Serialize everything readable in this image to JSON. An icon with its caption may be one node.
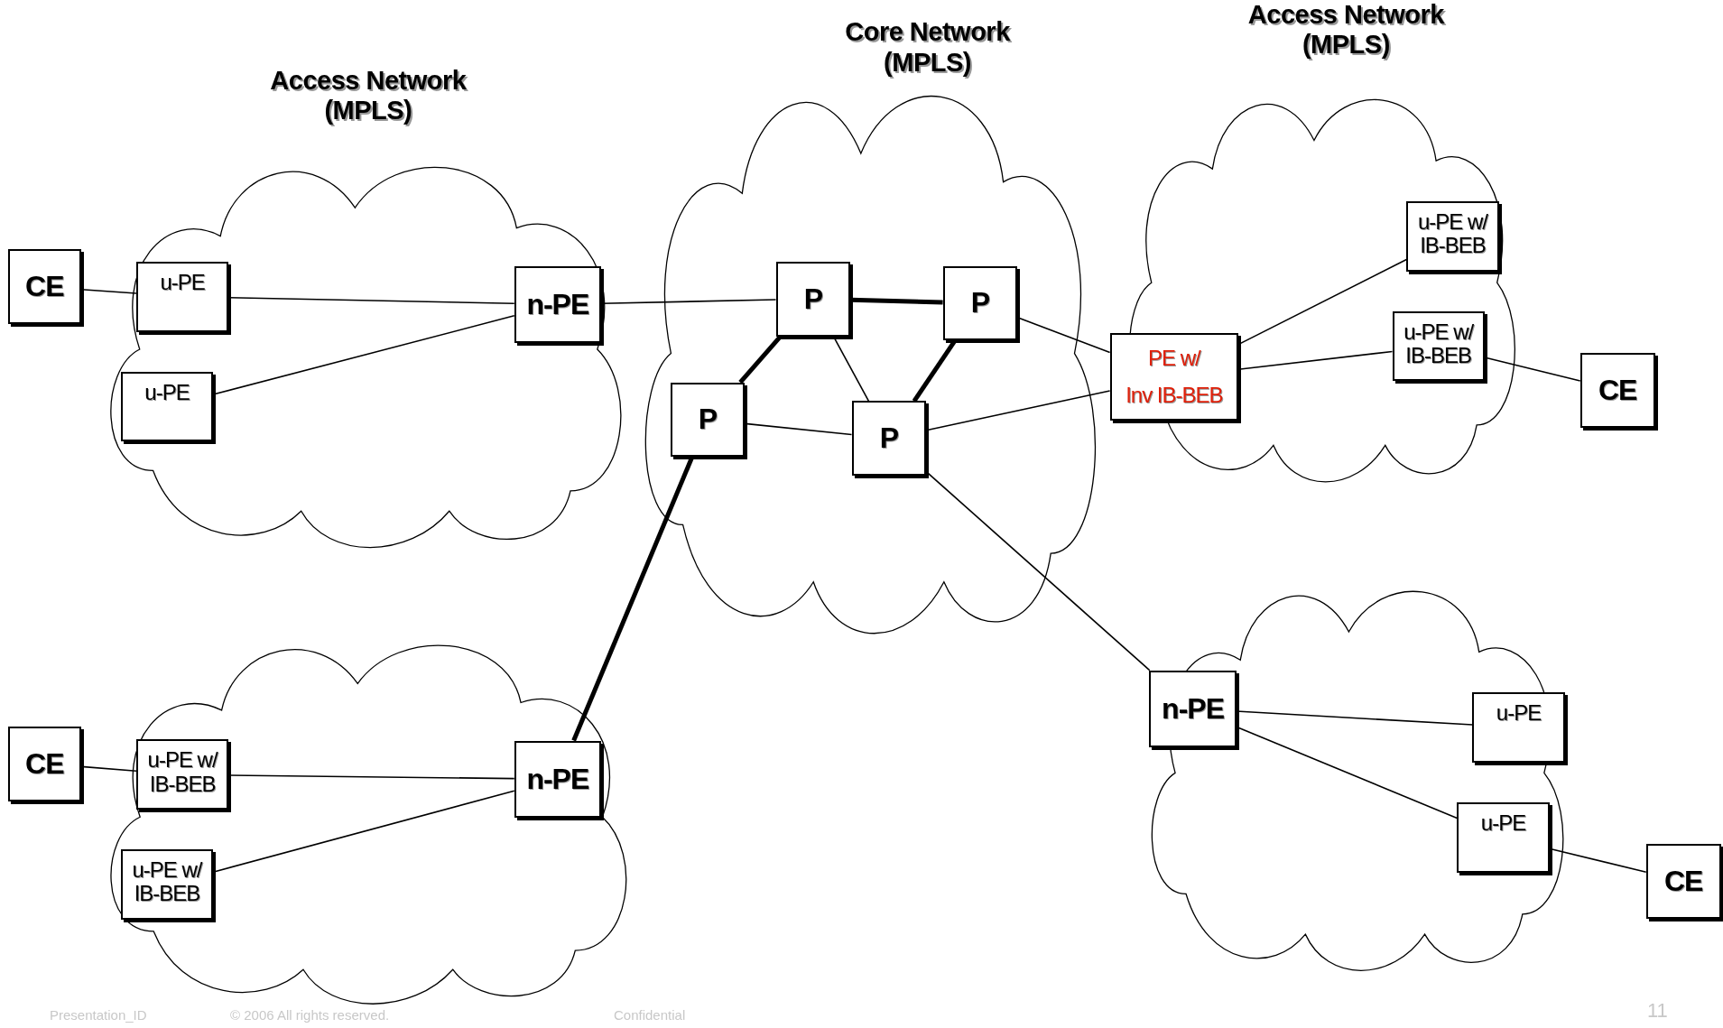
{
  "diagram": {
    "nodes": [
      {
        "text": [
          "Access Network (MPLS)"
        ]
      },
      {
        "text": [
          "CE"
        ]
      },
      {
        "text": [
          "u-PE"
        ],
        "in": 0
      },
      {
        "text": [
          "u-PE"
        ],
        "in": 0
      },
      {
        "text": [
          "n-PE"
        ],
        "in": 0
      },
      {
        "text": [
          "Core Network (MPLS)"
        ]
      },
      {
        "text": [
          "P"
        ],
        "in": 5
      },
      {
        "text": [
          "P"
        ],
        "in": 5
      },
      {
        "text": [
          "P"
        ],
        "in": 5
      },
      {
        "text": [
          "P"
        ],
        "in": 5
      },
      {
        "text": [
          "Access Network (MPLS)"
        ]
      },
      {
        "text": [
          "u-PE w/ IB-BEB"
        ],
        "in": 10
      },
      {
        "text": [
          "PE w/",
          "Inv IB-BEB"
        ]
      },
      {
        "text": [
          "u-PE w/ IB-BEB"
        ],
        "in": 10
      },
      {
        "text": [
          "CE"
        ]
      },
      {
        "text": [],
        "shape": "cloud"
      },
      {
        "text": [
          "CE"
        ]
      },
      {
        "text": [
          "u-PE w/ IB-BEB"
        ],
        "in": 15
      },
      {
        "text": [
          "u-PE w/ IB-BEB"
        ],
        "in": 15
      },
      {
        "text": [
          "n-PE"
        ],
        "in": 15
      },
      {
        "text": [],
        "shape": "cloud"
      },
      {
        "text": [
          "n-PE"
        ],
        "in": 20
      },
      {
        "text": [
          "u-PE"
        ],
        "in": 20
      },
      {
        "text": [
          "u-PE"
        ],
        "in": 20
      },
      {
        "text": [
          "CE"
        ]
      }
    ],
    "edges": [
      {
        "from": 1,
        "to": 2,
        "arrow": "none"
      },
      {
        "from": 2,
        "to": 4,
        "arrow": "none"
      },
      {
        "from": 3,
        "to": 4,
        "arrow": "none"
      },
      {
        "from": 4,
        "to": 6,
        "arrow": "none"
      },
      {
        "from": 6,
        "to": 7,
        "arrow": "none",
        "style": "thick"
      },
      {
        "from": 6,
        "to": 8,
        "arrow": "none",
        "style": "thick"
      },
      {
        "from": 6,
        "to": 9,
        "arrow": "none"
      },
      {
        "from": 7,
        "to": 9,
        "arrow": "none",
        "style": "thick"
      },
      {
        "from": 8,
        "to": 9,
        "arrow": "none"
      },
      {
        "from": 7,
        "to": 12,
        "arrow": "none"
      },
      {
        "from": 9,
        "to": 12,
        "arrow": "none"
      },
      {
        "from": 12,
        "to": 11,
        "arrow": "none"
      },
      {
        "from": 12,
        "to": 13,
        "arrow": "none"
      },
      {
        "from": 13,
        "to": 14,
        "arrow": "none"
      },
      {
        "from": 8,
        "to": 19,
        "arrow": "none",
        "style": "thick"
      },
      {
        "from": 9,
        "to": 21,
        "arrow": "none"
      },
      {
        "from": 16,
        "to": 17,
        "arrow": "none"
      },
      {
        "from": 17,
        "to": 19,
        "arrow": "none"
      },
      {
        "from": 18,
        "to": 19,
        "arrow": "none"
      },
      {
        "from": 21,
        "to": 22,
        "arrow": "none"
      },
      {
        "from": 21,
        "to": 23,
        "arrow": "none"
      },
      {
        "from": 23,
        "to": 24,
        "arrow": "none"
      }
    ],
    "labels": [
      "Presentation_ID",
      "© 2006 All rights reserved.",
      "Confidential",
      "11"
    ]
  }
}
